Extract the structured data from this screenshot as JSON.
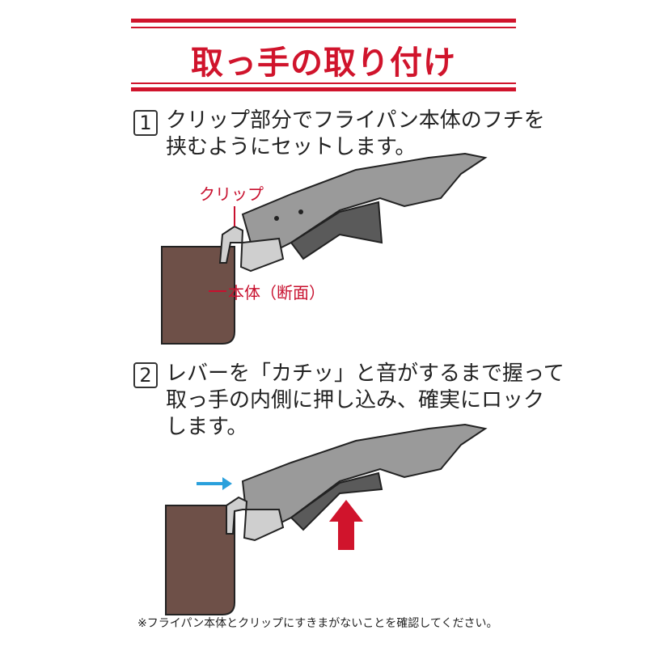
{
  "title": "取っ手の取り付け",
  "steps": [
    {
      "number": "1",
      "lines": [
        "クリップ部分でフライパン本体のフチを",
        "挟むようにセットします。"
      ]
    },
    {
      "number": "2",
      "lines": [
        "レバーを「カチッ」と音がするまで握って",
        "取っ手の内側に押し込み、確実にロック",
        "します。"
      ]
    }
  ],
  "labels": {
    "clip": "クリップ",
    "body": "本体（断面）"
  },
  "note": "※フライパン本体とクリップにすきまがないことを確認してください。",
  "colors": {
    "accent": "#d0142c",
    "pan": "#6e5048",
    "handle": "#9a9a9a",
    "arrow_blue": "#2aa0dc"
  }
}
